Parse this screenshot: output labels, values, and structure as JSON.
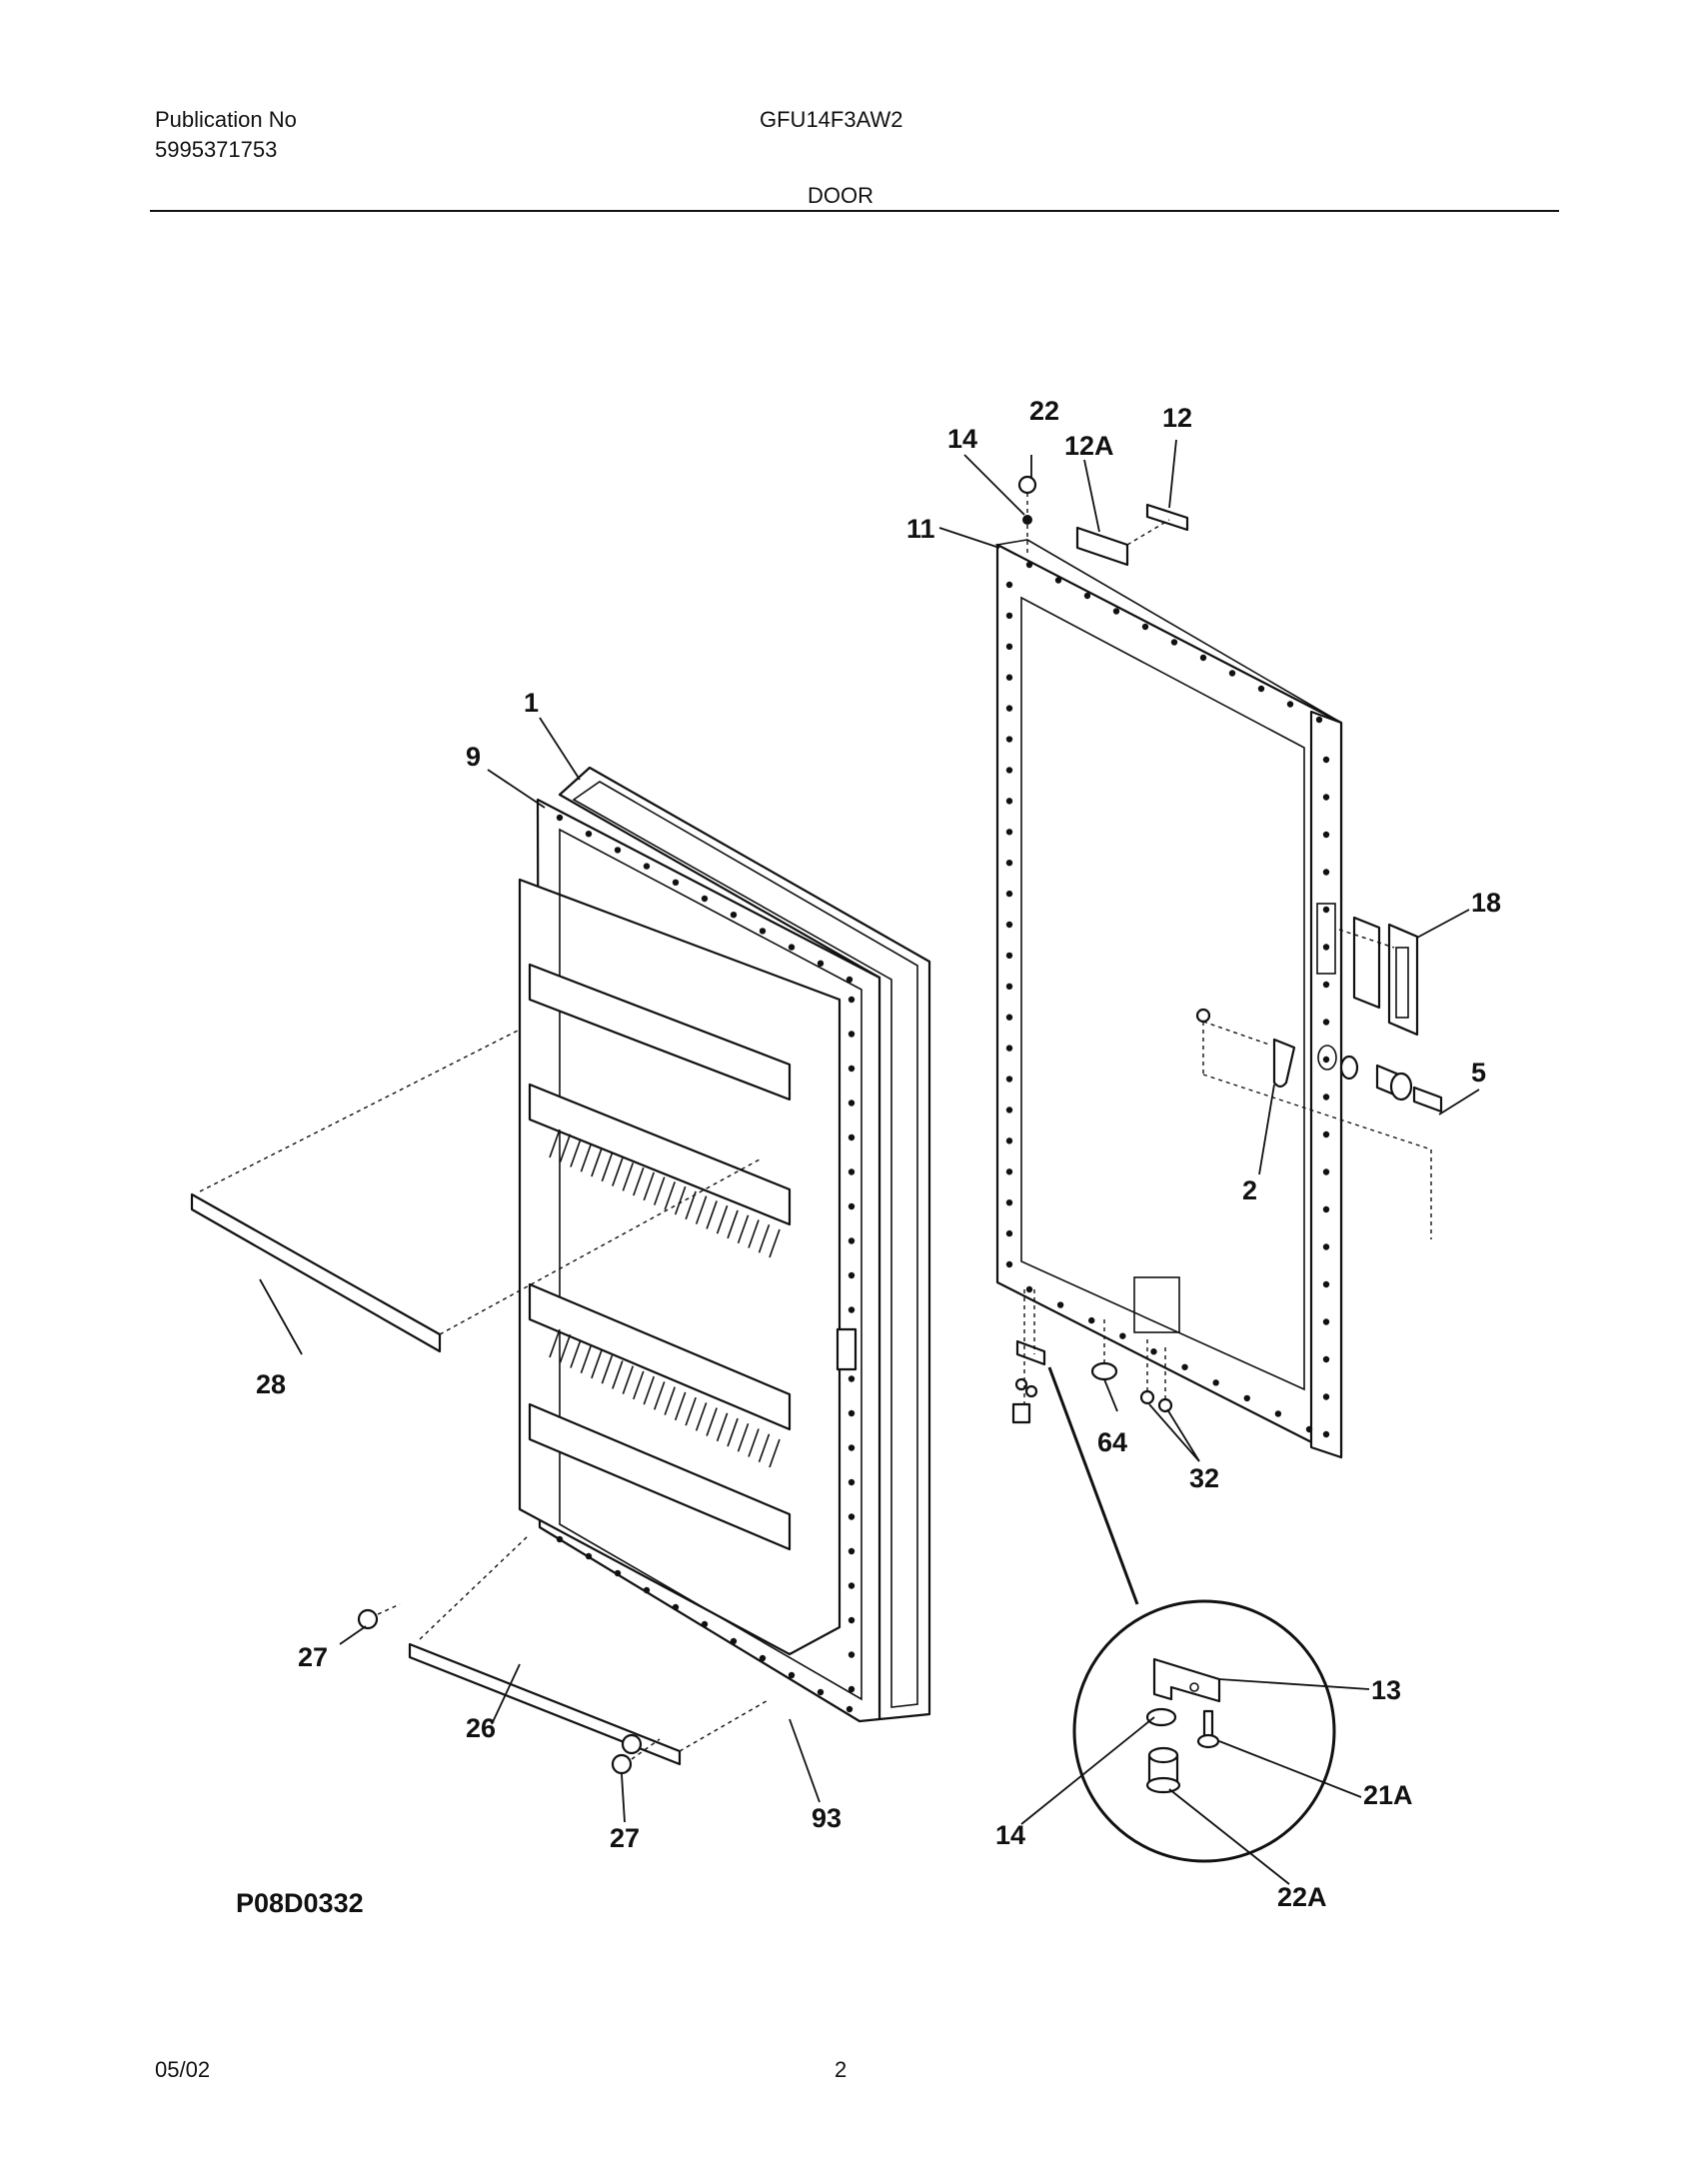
{
  "header": {
    "publication_label": "Publication No",
    "publication_number": "5995371753",
    "model": "GFU14F3AW2",
    "section_title": "DOOR"
  },
  "diagram": {
    "code": "P08D0332",
    "callouts": {
      "c1": "1",
      "c2": "2",
      "c5": "5",
      "c9": "9",
      "c11": "11",
      "c12": "12",
      "c12a": "12A",
      "c13": "13",
      "c14_top": "14",
      "c14_detail": "14",
      "c18": "18",
      "c21a": "21A",
      "c22_top": "22",
      "c22a": "22A",
      "c26": "26",
      "c27_left": "27",
      "c27_bottom": "27",
      "c28": "28",
      "c32": "32",
      "c64": "64",
      "c93": "93"
    }
  },
  "footer": {
    "date": "05/02",
    "page": "2"
  }
}
